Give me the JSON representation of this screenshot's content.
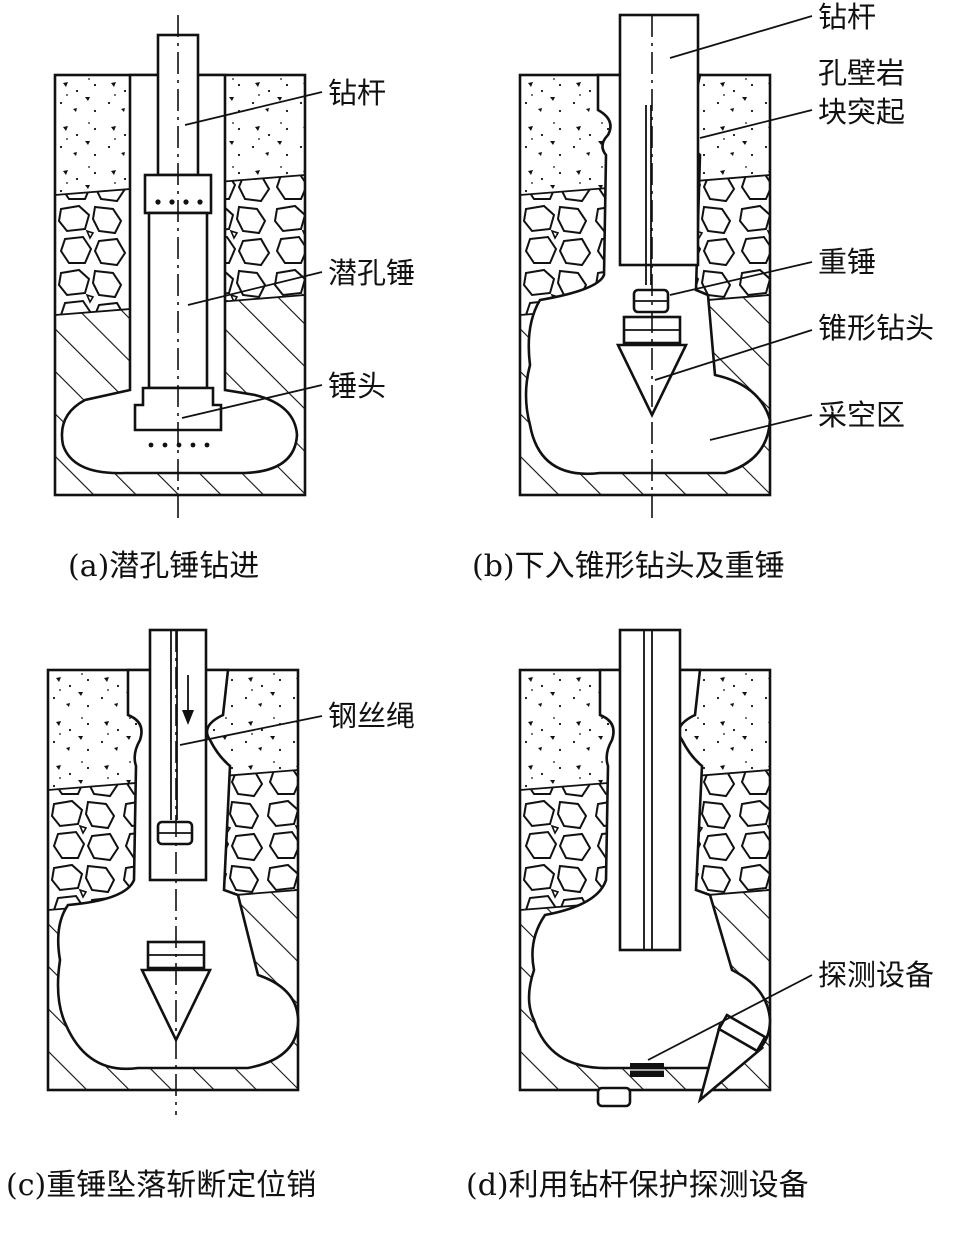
{
  "panels": {
    "a": {
      "caption": "(a)潜孔锤钻进",
      "labels": {
        "drill_rod": "钻杆",
        "dth_hammer": "潜孔锤",
        "hammer_head": "锤头"
      }
    },
    "b": {
      "caption": "(b)下入锥形钻头及重锤",
      "labels": {
        "drill_rod": "钻杆",
        "rock_protrusion_1": "孔壁岩",
        "rock_protrusion_2": "块突起",
        "weight": "重锤",
        "cone_bit": "锥形钻头",
        "goaf": "采空区"
      }
    },
    "c": {
      "caption": "(c)重锤坠落斩断定位销",
      "labels": {
        "wire_rope": "钢丝绳"
      }
    },
    "d": {
      "caption": "(d)利用钻杆保护探测设备",
      "labels": {
        "detector": "探测设备"
      }
    }
  }
}
